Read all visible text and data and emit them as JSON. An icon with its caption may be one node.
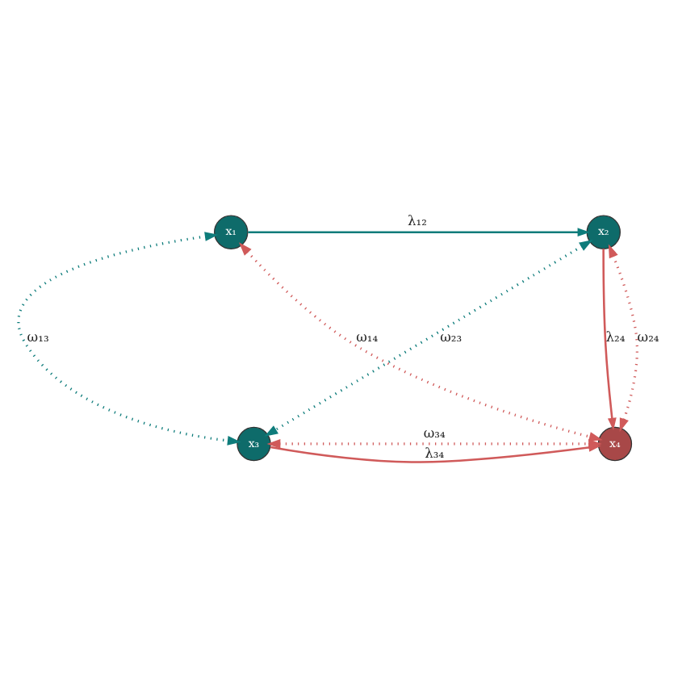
{
  "diagram": {
    "nodes": [
      {
        "text": [
          "x₁"
        ]
      },
      {
        "text": [
          "x₂"
        ]
      },
      {
        "text": [
          "x₃"
        ]
      },
      {
        "text": [
          "x₄"
        ]
      }
    ],
    "edges": [
      {
        "from": 0,
        "to": 1,
        "arrow": "to",
        "label": "λ₁₂",
        "color": "#0e7c7b"
      },
      {
        "from": 0,
        "to": 2,
        "arrow": "both",
        "label": "ω₁₃",
        "style": "dashed",
        "color": "#0e7c7b"
      },
      {
        "from": 1,
        "to": 2,
        "arrow": "both",
        "label": "ω₂₃",
        "style": "dashed",
        "color": "#0e7c7b"
      },
      {
        "from": 0,
        "to": 3,
        "arrow": "both",
        "label": "ω₁₄",
        "style": "dashed",
        "color": "#d05a5a"
      },
      {
        "from": 1,
        "to": 3,
        "arrow": "to",
        "label": "λ₂₄",
        "color": "#d05a5a"
      },
      {
        "from": 1,
        "to": 3,
        "arrow": "both",
        "label": "ω₂₄",
        "style": "dashed",
        "color": "#d05a5a"
      },
      {
        "from": 2,
        "to": 3,
        "arrow": "to",
        "label": "λ₃₄",
        "color": "#d05a5a"
      },
      {
        "from": 2,
        "to": 3,
        "arrow": "both",
        "label": "ω₃₄",
        "style": "dashed",
        "color": "#d05a5a"
      }
    ]
  }
}
